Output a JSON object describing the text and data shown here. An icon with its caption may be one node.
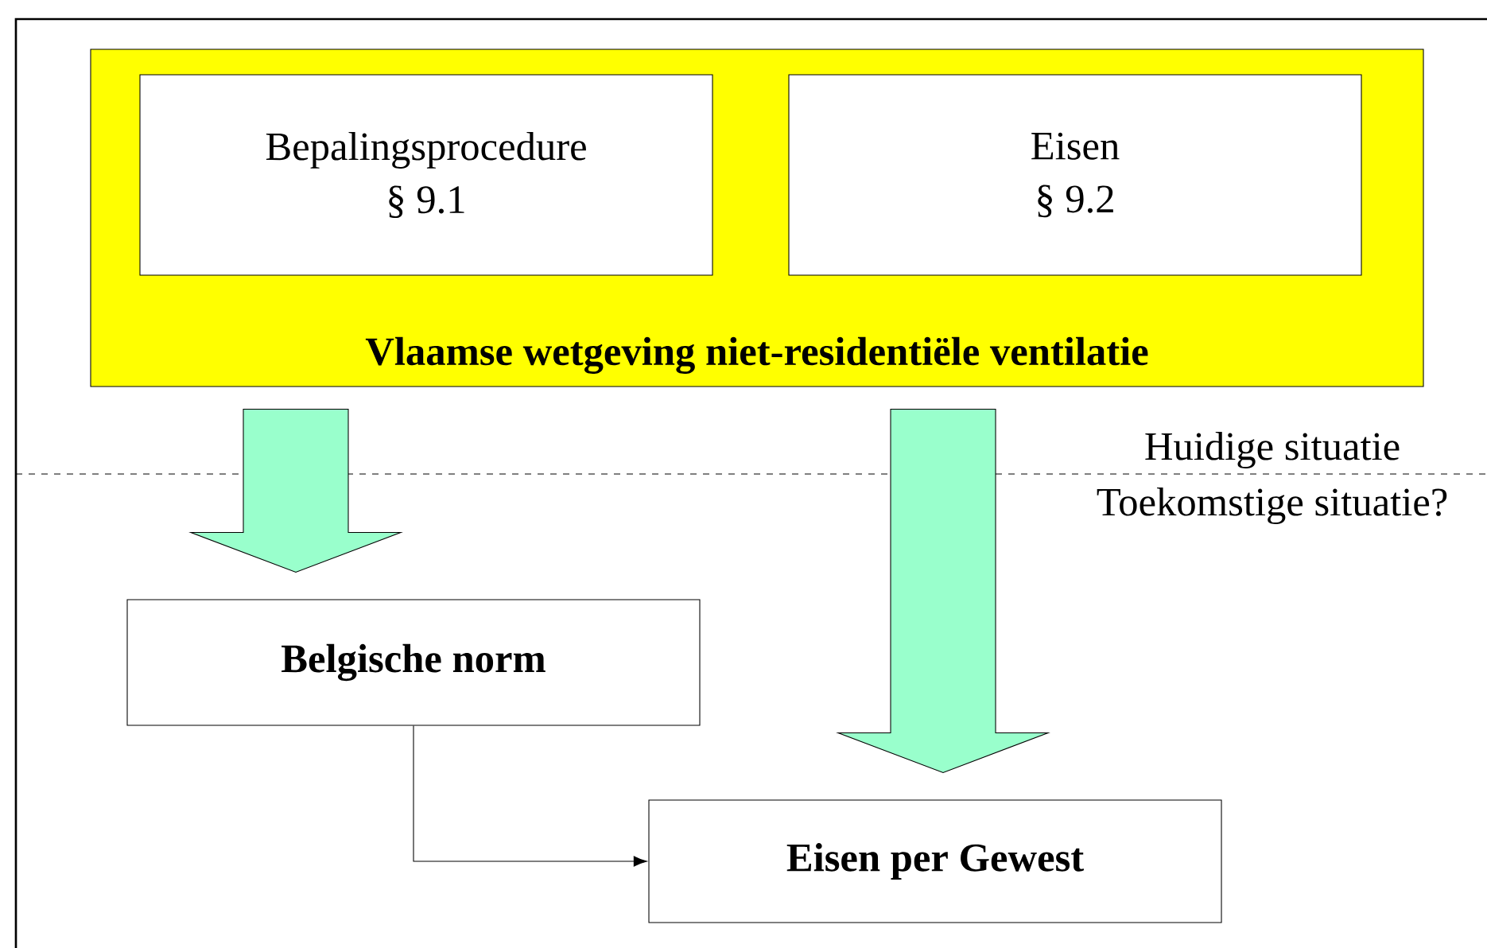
{
  "diagram": {
    "nodes": [
      {
        "text": [
          "Vlaamse wetgeving niet-residentiële ventilatie"
        ]
      },
      {
        "text": [
          "Bepalingsprocedure",
          "§ 9.1"
        ],
        "in": 0
      },
      {
        "text": [
          "Eisen",
          "§ 9.2"
        ],
        "in": 0
      },
      {
        "text": [
          "Belgische norm"
        ]
      },
      {
        "text": [
          "Eisen per Gewest"
        ]
      }
    ],
    "edges": [
      {
        "from": 0,
        "to": 3,
        "arrow": "to",
        "style": "thick"
      },
      {
        "from": 0,
        "to": 4,
        "arrow": "to",
        "style": "thick"
      },
      {
        "from": 3,
        "to": 4,
        "arrow": "to"
      }
    ],
    "labels": [
      "Huidige situatie",
      "Toekomstige situatie?"
    ]
  }
}
